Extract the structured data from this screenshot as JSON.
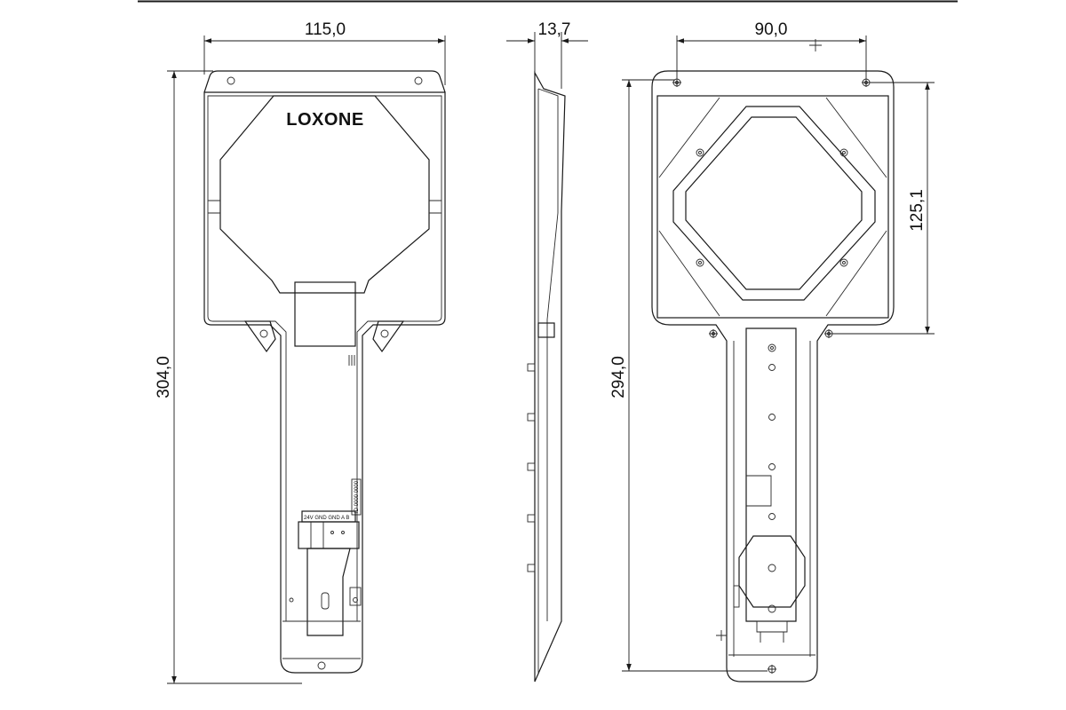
{
  "brand": {
    "logo_text": "LOXONE"
  },
  "dimensions": {
    "front_width": "115,0",
    "front_height": "304,0",
    "side_depth": "13,7",
    "back_hole_spacing": "90,0",
    "back_height": "294,0",
    "back_hole_vertical": "125,1"
  },
  "label_text": {
    "terminal_label": "24V GND GND  A  B",
    "serial_label": "ID 0000 0000"
  },
  "colors": {
    "line": "#1a1a1a",
    "background": "#ffffff"
  }
}
